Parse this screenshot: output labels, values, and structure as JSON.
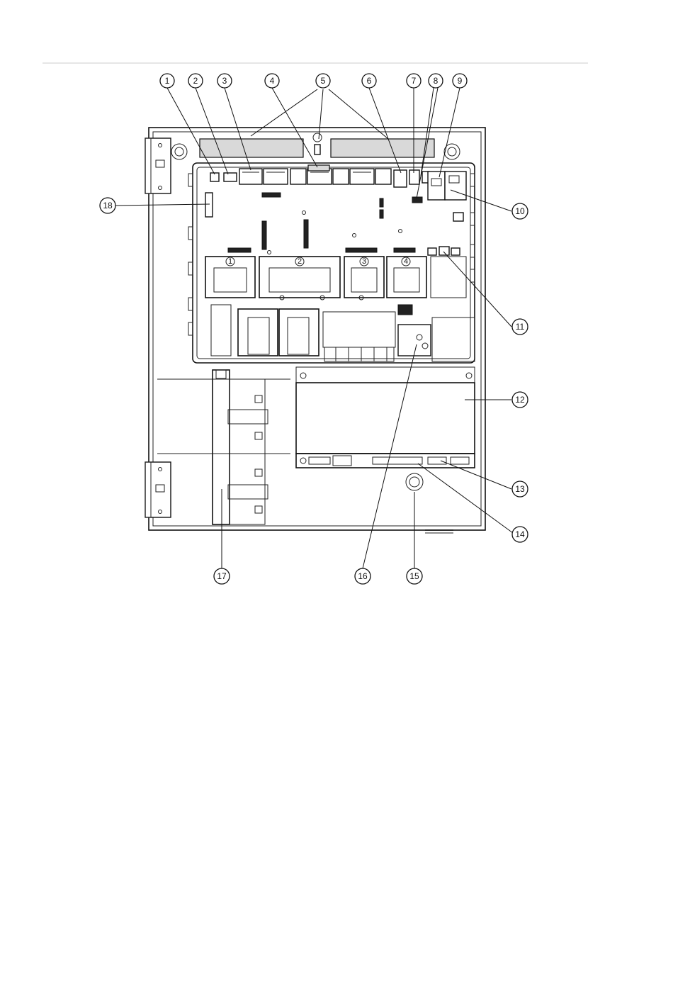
{
  "callouts": [
    {
      "id": "1",
      "label": "1"
    },
    {
      "id": "2",
      "label": "2"
    },
    {
      "id": "3",
      "label": "3"
    },
    {
      "id": "4",
      "label": "4"
    },
    {
      "id": "5",
      "label": "5"
    },
    {
      "id": "6",
      "label": "6"
    },
    {
      "id": "7",
      "label": "7"
    },
    {
      "id": "8",
      "label": "8"
    },
    {
      "id": "9",
      "label": "9"
    },
    {
      "id": "10",
      "label": "10"
    },
    {
      "id": "11",
      "label": "11"
    },
    {
      "id": "12",
      "label": "12"
    },
    {
      "id": "13",
      "label": "13"
    },
    {
      "id": "14",
      "label": "14"
    },
    {
      "id": "15",
      "label": "15"
    },
    {
      "id": "16",
      "label": "16"
    },
    {
      "id": "17",
      "label": "17"
    },
    {
      "id": "18",
      "label": "18"
    }
  ],
  "slots": [
    {
      "id": "slot-1",
      "label": "1"
    },
    {
      "id": "slot-2",
      "label": "2"
    },
    {
      "id": "slot-3",
      "label": "3"
    },
    {
      "id": "slot-4",
      "label": "4"
    }
  ],
  "colors": {
    "line": "#111111",
    "background": "#ffffff",
    "rule": "#cccccc"
  }
}
